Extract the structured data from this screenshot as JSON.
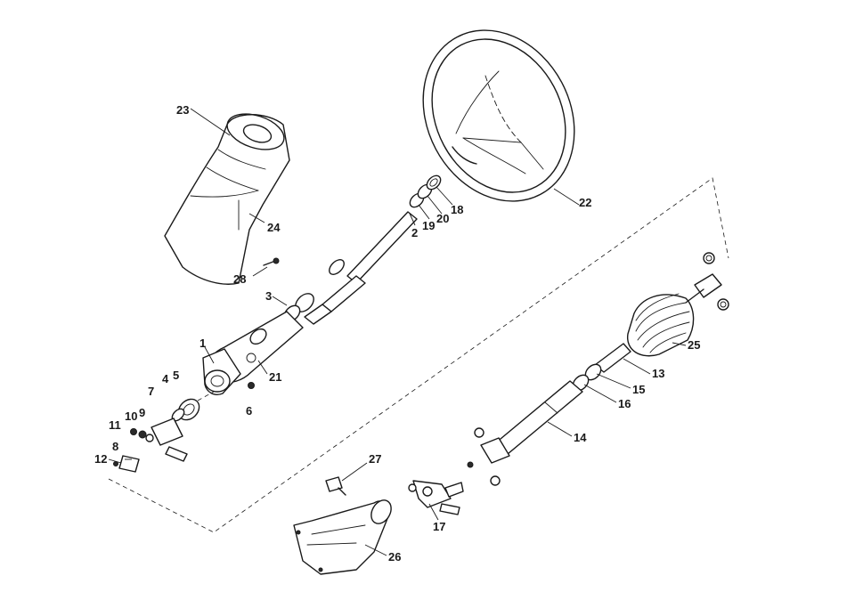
{
  "labels": {
    "p1": "1",
    "p2": "2",
    "p3": "3",
    "p4": "4",
    "p5": "5",
    "p6": "6",
    "p7": "7",
    "p8": "8",
    "p9": "9",
    "p10": "10",
    "p11": "11",
    "p12": "12",
    "p13": "13",
    "p14": "14",
    "p15": "15",
    "p16": "16",
    "p17": "17",
    "p18": "18",
    "p19": "19",
    "p20": "20",
    "p21": "21",
    "p22": "22",
    "p23": "23",
    "p24": "24",
    "p25": "25",
    "p26": "26",
    "p27": "27",
    "p28": "28"
  },
  "colors": {
    "ink": "#1a1a1a",
    "paper": "#ffffff"
  }
}
